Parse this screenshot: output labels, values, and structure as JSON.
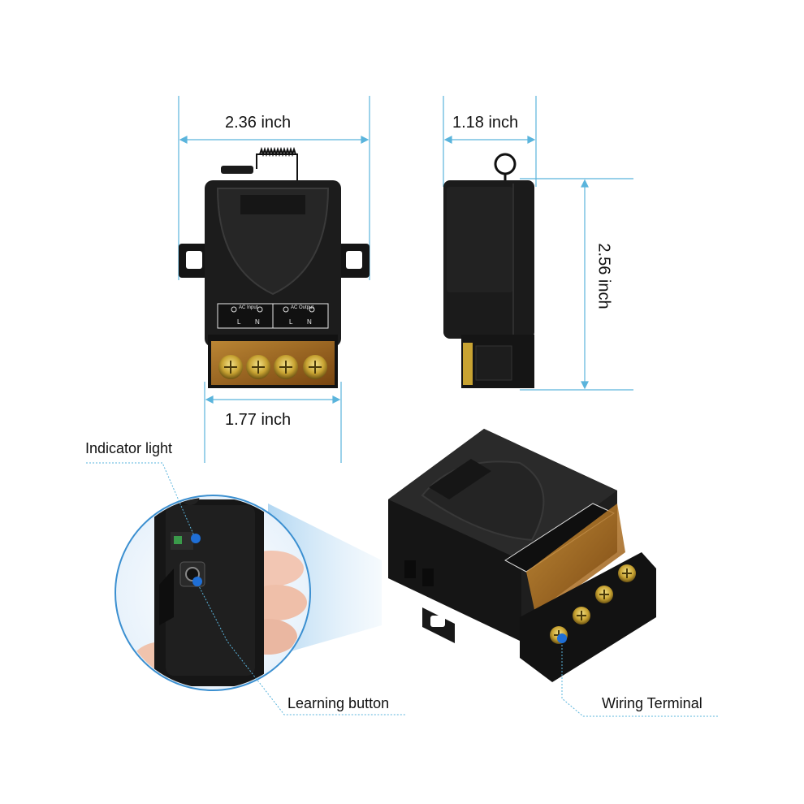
{
  "dimensions": {
    "width_top": "2.36 inch",
    "depth": "1.18 inch",
    "height": "2.56 inch",
    "width_bottom": "1.77 inch"
  },
  "callouts": {
    "indicator_light": "Indicator light",
    "learning_button": "Learning button",
    "wiring_terminal": "Wiring Terminal"
  },
  "device_labels": {
    "ac_input": "AC Input",
    "ac_output": "AC Output",
    "l": "L",
    "n": "N"
  },
  "colors": {
    "dimension_line": "#5ab4dc",
    "callout_dot": "#1f6fd6",
    "device_body": "#1c1c1c",
    "terminal_brass": "#c8a332",
    "terminal_cover": "#b8741a"
  }
}
